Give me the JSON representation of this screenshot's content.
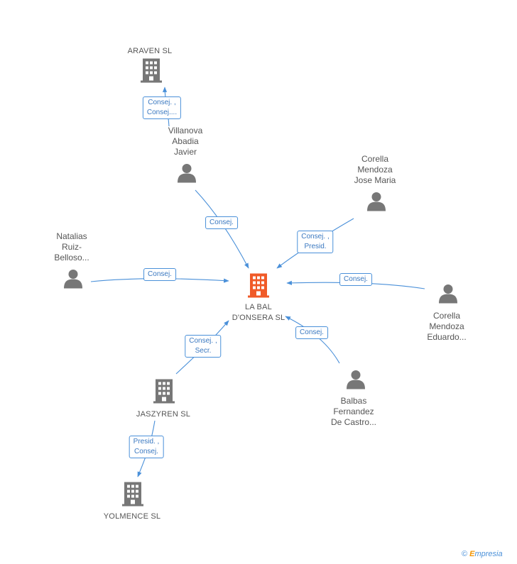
{
  "colors": {
    "edge": "#4a90d9",
    "center_node": "#f05a28",
    "node": "#777777",
    "label": "#555555"
  },
  "center": {
    "label": "LA BAL\nD'ONSERA SL",
    "icon": "building-icon"
  },
  "nodes": [
    {
      "id": "araven",
      "type": "company",
      "label": "ARAVEN SL"
    },
    {
      "id": "villanova",
      "type": "person",
      "label": "Villanova\nAbadia\nJavier"
    },
    {
      "id": "corella-jose",
      "type": "person",
      "label": "Corella\nMendoza\nJose Maria"
    },
    {
      "id": "natalias",
      "type": "person",
      "label": "Natalias\nRuiz-\nBelloso..."
    },
    {
      "id": "corella-eduardo",
      "type": "person",
      "label": "Corella\nMendoza\nEduardo..."
    },
    {
      "id": "balbas",
      "type": "person",
      "label": "Balbas\nFernandez\nDe Castro..."
    },
    {
      "id": "jaszyren",
      "type": "company",
      "label": "JASZYREN SL"
    },
    {
      "id": "yolmence",
      "type": "company",
      "label": "YOLMENCE SL"
    }
  ],
  "edges": [
    {
      "id": "e1",
      "label": "Consej. ,\nConsej...."
    },
    {
      "id": "e2",
      "label": "Consej."
    },
    {
      "id": "e3",
      "label": "Consej. ,\nPresid."
    },
    {
      "id": "e4",
      "label": "Consej."
    },
    {
      "id": "e5",
      "label": "Consej."
    },
    {
      "id": "e6",
      "label": "Consej."
    },
    {
      "id": "e7",
      "label": "Consej. ,\nSecr."
    },
    {
      "id": "e8",
      "label": "Presid. ,\nConsej."
    }
  ],
  "brand": {
    "copyright": "©",
    "name_first": "E",
    "name_rest": "mpresia"
  }
}
